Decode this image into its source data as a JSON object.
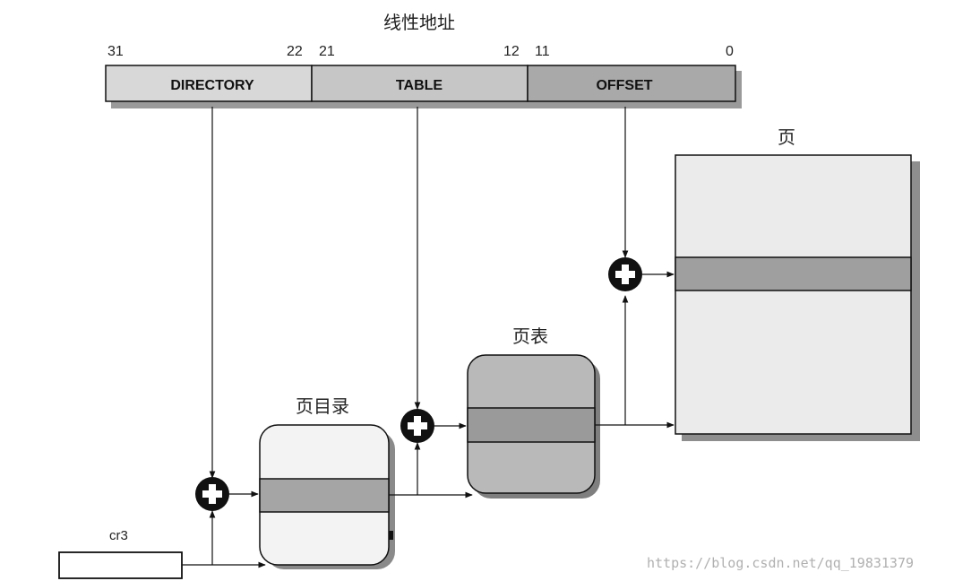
{
  "title": "线性地址",
  "bits": {
    "b31": "31",
    "b22": "22",
    "b21": "21",
    "b12": "12",
    "b11": "11",
    "b0": "0"
  },
  "fields": {
    "directory": "DIRECTORY",
    "table": "TABLE",
    "offset": "OFFSET"
  },
  "labels": {
    "page": "页",
    "page_table": "页表",
    "page_directory": "页目录",
    "cr3": "cr3"
  },
  "watermark": "https://blog.csdn.net/qq_19831379",
  "colors": {
    "directory_fill": "#d8d8d8",
    "table_fill": "#c6c6c6",
    "offset_fill": "#a9a9a9",
    "entry_fill": "#9f9f9f",
    "page_table_fill": "#b9b9b9",
    "page_fill": "#ebebeb",
    "shadow": "#8a8a8a",
    "line": "#111111"
  }
}
